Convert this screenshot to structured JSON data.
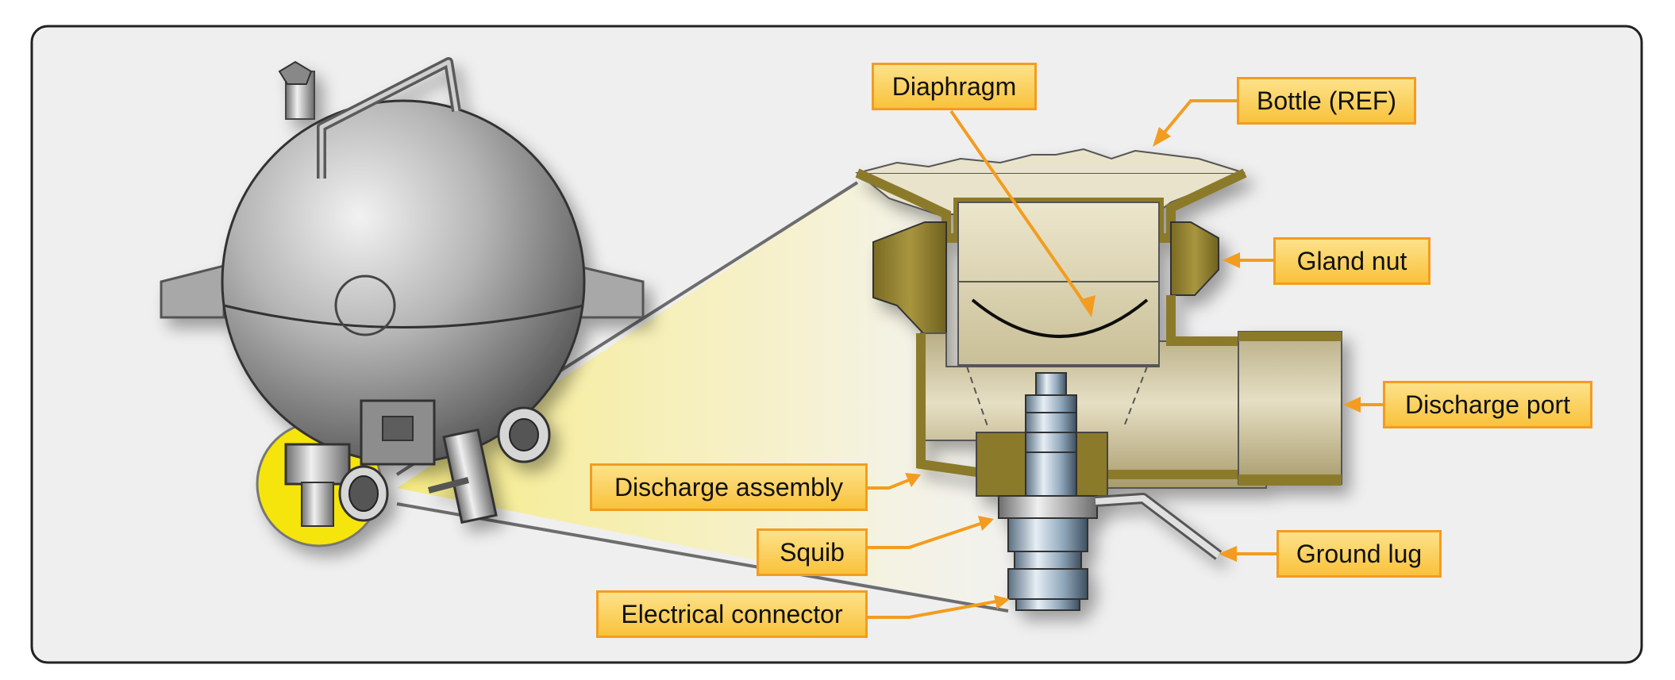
{
  "labels": {
    "diaphragm": "Diaphragm",
    "bottle_ref": "Bottle (REF)",
    "gland_nut": "Gland nut",
    "discharge_port": "Discharge port",
    "discharge_assembly": "Discharge assembly",
    "squib": "Squib",
    "ground_lug": "Ground lug",
    "electrical_connector": "Electrical connector"
  },
  "colors": {
    "callout_fill": "#fcd251",
    "callout_border": "#f39c1f",
    "leader_line": "#f39c1f",
    "frame_background": "#efefef",
    "highlight_yellow": "#f6e40e",
    "cutaway_tan": "#d8cfaa",
    "cutaway_olive": "#8b7a2c"
  }
}
